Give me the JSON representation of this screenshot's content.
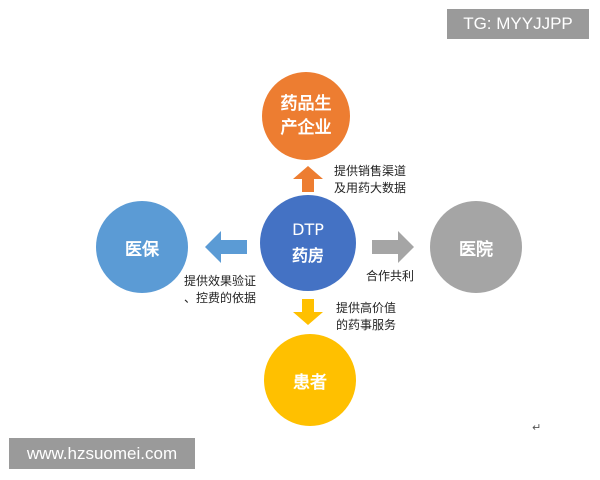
{
  "watermark_top": "TG: MYYJJPP",
  "watermark_bottom": "www.hzsuomei.com",
  "nodes": {
    "manufacturer": {
      "line1": "药品生",
      "line2": "产企业",
      "color": "#ED7D31"
    },
    "center": {
      "line1": "DTP",
      "line2": "药房",
      "color": "#4472C4"
    },
    "insurance": {
      "label": "医保",
      "color": "#5B9BD5"
    },
    "hospital": {
      "label": "医院",
      "color": "#A5A5A5"
    },
    "patient": {
      "label": "患者",
      "color": "#FFC000"
    }
  },
  "edges": {
    "to_manufacturer": {
      "line1": "提供销售渠道",
      "line2": "及用药大数据",
      "arrow_color": "#ED7D31"
    },
    "to_insurance": {
      "line1": "提供效果验证",
      "line2": "、控费的依据",
      "arrow_color": "#5B9BD5"
    },
    "to_hospital": {
      "label": "合作共利",
      "arrow_color": "#A5A5A5"
    },
    "to_patient": {
      "line1": "提供高价值",
      "line2": "的药事服务",
      "arrow_color": "#FFC000"
    }
  },
  "return_mark": "↵"
}
